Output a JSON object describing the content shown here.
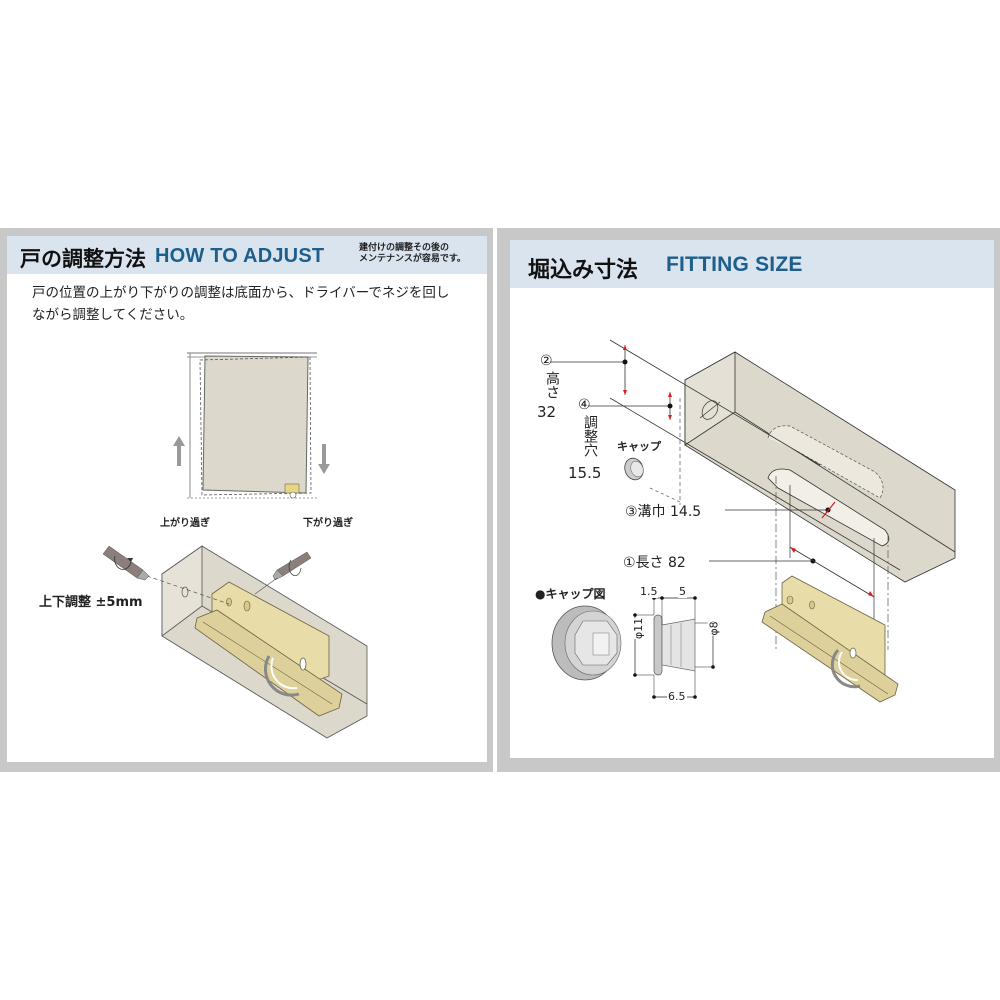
{
  "left_panel": {
    "title_jp": "戸の調整方法",
    "title_en": "HOW TO ADJUST",
    "note_line1": "建付けの調整その後の",
    "note_line2": "メンテナンスが容易です。",
    "description_line1": "戸の位置の上がり下がりの調整は底面から、ドライバーでネジを回し",
    "description_line2": "ながら調整してください。",
    "door_diagram": {
      "label_up": "上がり過ぎ",
      "label_down": "下がり過ぎ"
    },
    "roller_diagram": {
      "adjust_label": "上下調整 ±5mm"
    }
  },
  "right_panel": {
    "title_jp": "堀込み寸法",
    "title_en": "FITTING SIZE",
    "dimensions": {
      "height_num": "②",
      "height_label": "高さ",
      "height_value": "32",
      "hole_num": "④",
      "hole_label": "調整穴",
      "hole_value": "15.5",
      "cap_label": "キャップ",
      "groove": "③溝巾 14.5",
      "length": "①長さ 82"
    },
    "cap_diagram": {
      "title": "●キャップ図",
      "dim_flange": "1.5",
      "dim_body": "5",
      "dim_total": "6.5",
      "dim_outer": "φ11",
      "dim_inner": "φ8"
    }
  },
  "colors": {
    "frame": "#c8c8c8",
    "header_bg": "#dae4ee",
    "title_en": "#1d5e8c",
    "wall": "#ddd8cc",
    "brass": "#e8dca8",
    "dim_red": "#d42020"
  }
}
